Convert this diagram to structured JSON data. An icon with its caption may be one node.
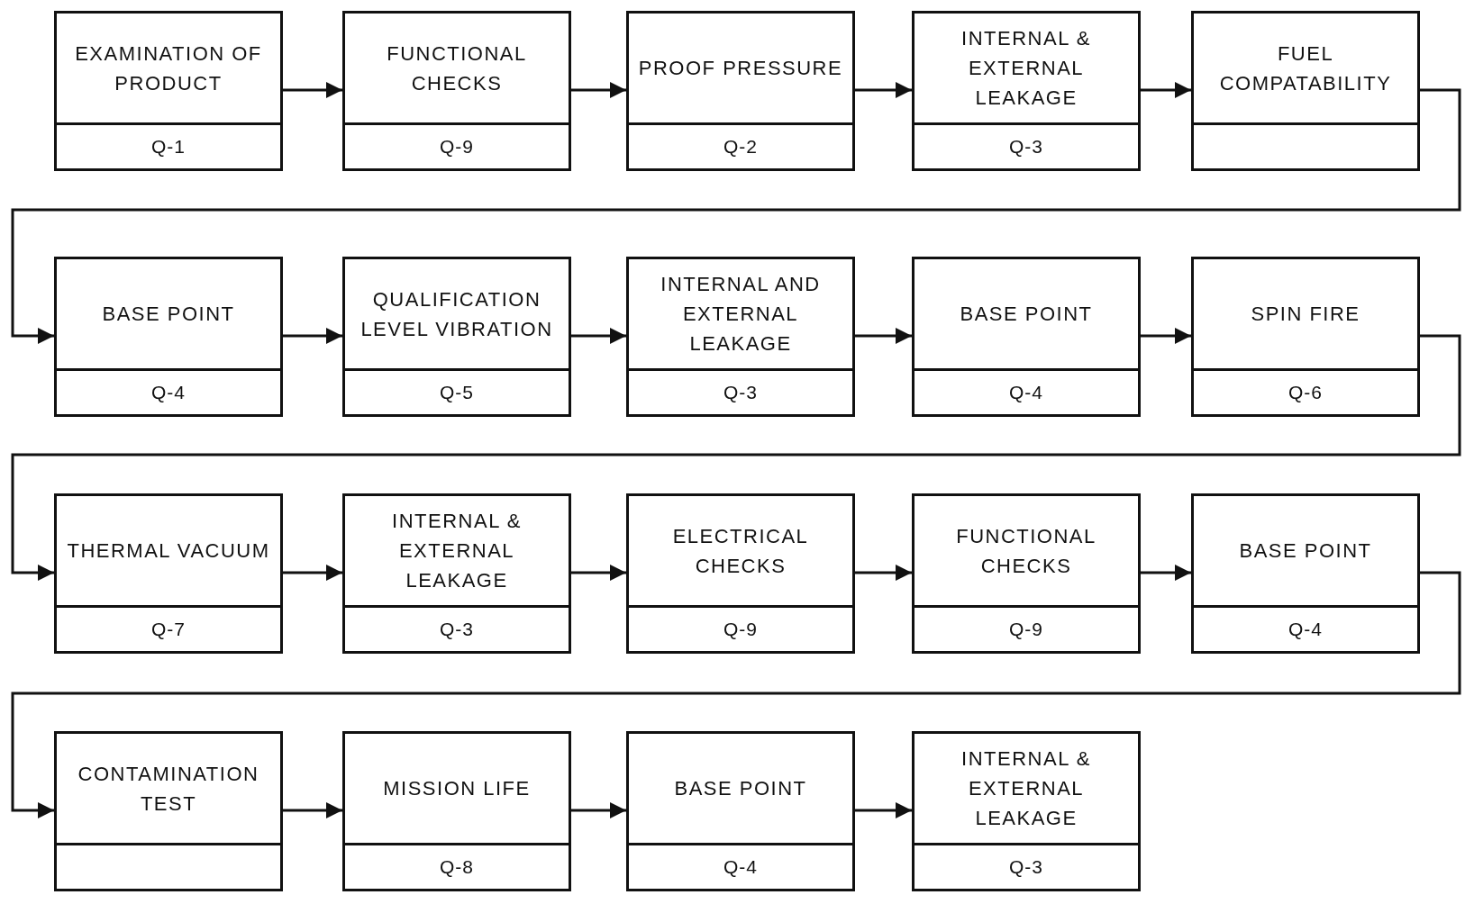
{
  "diagram": {
    "nodes": [
      {
        "text": [
          "EXAMINATION OF PRODUCT",
          "Q-1"
        ]
      },
      {
        "text": [
          "FUNCTIONAL CHECKS",
          "Q-9"
        ]
      },
      {
        "text": [
          "PROOF PRESSURE",
          "Q-2"
        ]
      },
      {
        "text": [
          "INTERNAL & EXTERNAL LEAKAGE",
          "Q-3"
        ]
      },
      {
        "text": [
          "FUEL COMPATABILITY"
        ]
      },
      {
        "text": [
          "BASE POINT",
          "Q-4"
        ]
      },
      {
        "text": [
          "QUALIFICATION LEVEL VIBRATION",
          "Q-5"
        ]
      },
      {
        "text": [
          "INTERNAL AND EXTERNAL LEAKAGE",
          "Q-3"
        ]
      },
      {
        "text": [
          "BASE POINT",
          "Q-4"
        ]
      },
      {
        "text": [
          "SPIN FIRE",
          "Q-6"
        ]
      },
      {
        "text": [
          "THERMAL VACUUM",
          "Q-7"
        ]
      },
      {
        "text": [
          "INTERNAL & EXTERNAL LEAKAGE",
          "Q-3"
        ]
      },
      {
        "text": [
          "ELECTRICAL CHECKS",
          "Q-9"
        ]
      },
      {
        "text": [
          "FUNCTIONAL CHECKS",
          "Q-9"
        ]
      },
      {
        "text": [
          "BASE POINT",
          "Q-4"
        ]
      },
      {
        "text": [
          "CONTAMINATION TEST"
        ]
      },
      {
        "text": [
          "MISSION LIFE",
          "Q-8"
        ]
      },
      {
        "text": [
          "BASE POINT",
          "Q-4"
        ]
      },
      {
        "text": [
          "INTERNAL & EXTERNAL LEAKAGE",
          "Q-3"
        ]
      }
    ],
    "edges": [
      {
        "from": 0,
        "to": 1,
        "arrow": "to"
      },
      {
        "from": 1,
        "to": 2,
        "arrow": "to"
      },
      {
        "from": 2,
        "to": 3,
        "arrow": "to"
      },
      {
        "from": 3,
        "to": 4,
        "arrow": "to"
      },
      {
        "from": 4,
        "to": 5,
        "arrow": "to"
      },
      {
        "from": 5,
        "to": 6,
        "arrow": "to"
      },
      {
        "from": 6,
        "to": 7,
        "arrow": "to"
      },
      {
        "from": 7,
        "to": 8,
        "arrow": "to"
      },
      {
        "from": 8,
        "to": 9,
        "arrow": "to"
      },
      {
        "from": 9,
        "to": 10,
        "arrow": "to"
      },
      {
        "from": 10,
        "to": 11,
        "arrow": "to"
      },
      {
        "from": 11,
        "to": 12,
        "arrow": "to"
      },
      {
        "from": 12,
        "to": 13,
        "arrow": "to"
      },
      {
        "from": 13,
        "to": 14,
        "arrow": "to"
      },
      {
        "from": 14,
        "to": 15,
        "arrow": "to"
      },
      {
        "from": 15,
        "to": 16,
        "arrow": "to"
      },
      {
        "from": 16,
        "to": 17,
        "arrow": "to"
      },
      {
        "from": 17,
        "to": 18,
        "arrow": "to"
      }
    ]
  }
}
